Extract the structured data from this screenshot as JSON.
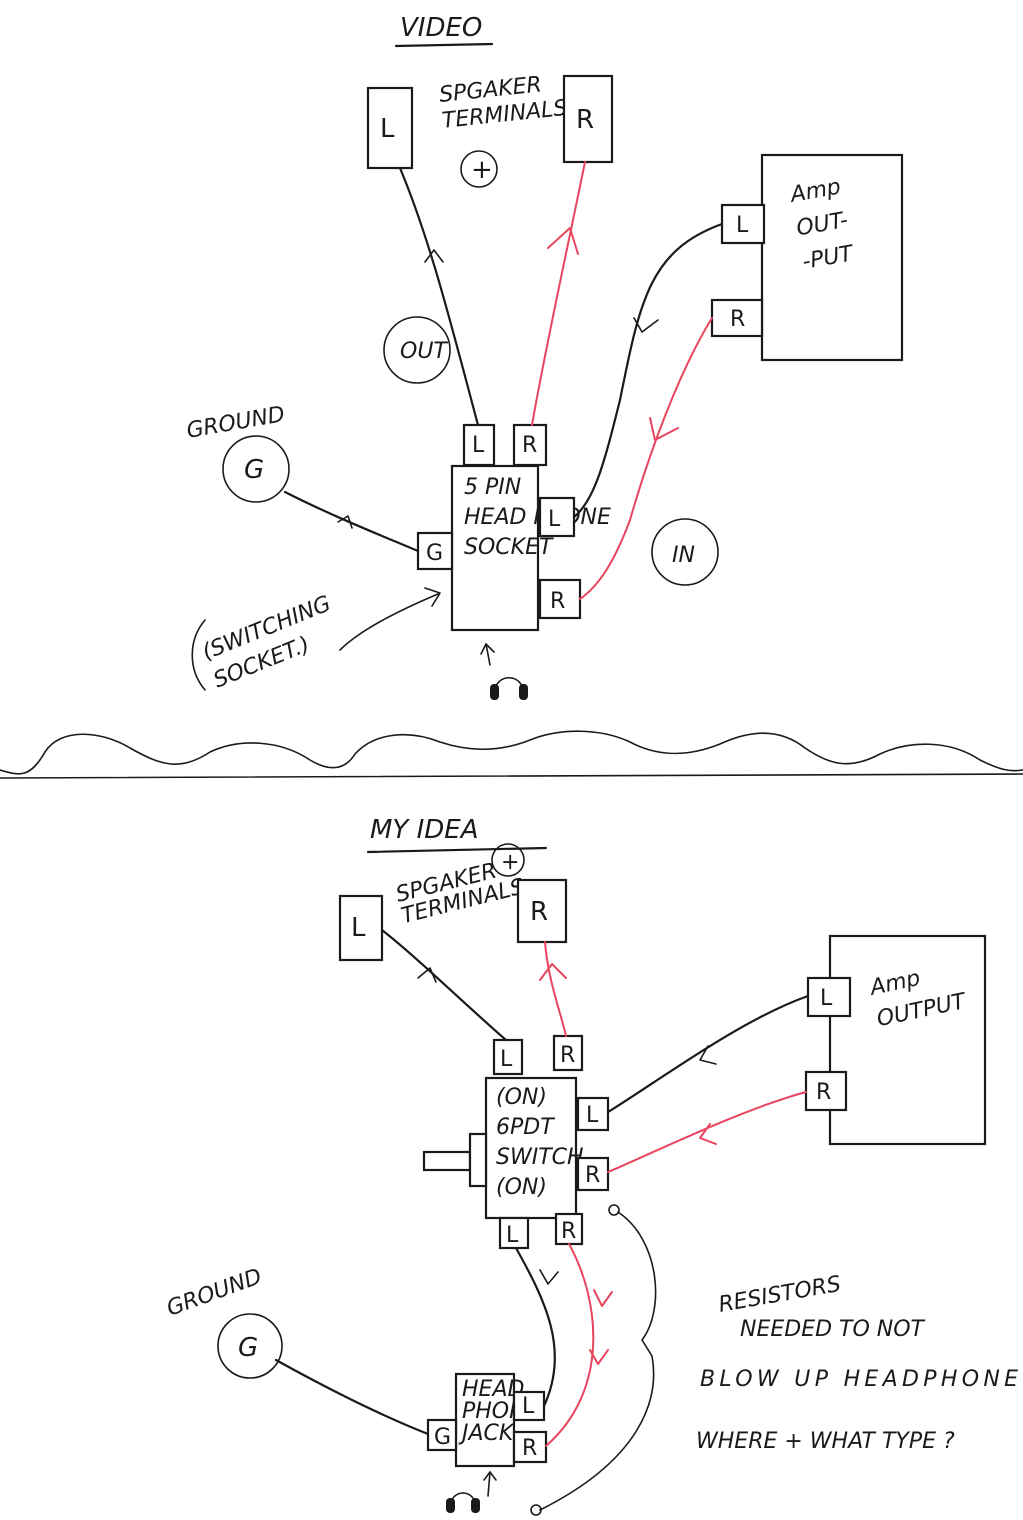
{
  "top": {
    "title": "VIDEO",
    "speaker_label": "SPGAKER TERMINALS",
    "plus": "+",
    "speaker_left": "L",
    "speaker_right": "R",
    "amp_label": "Amp OUT- -PUT",
    "amp_left": "L",
    "amp_right": "R",
    "out_label": "OUT",
    "in_label": "IN",
    "ground_label": "GROUND",
    "ground_symbol": "G",
    "socket_label": "5 PIN HEAD PHONE SOCKET",
    "socket_top_left": "L",
    "socket_top_right": "R",
    "socket_side_left": "L",
    "socket_side_right": "R",
    "socket_ground": "G",
    "switching_label": "(SWITCHING SOCKET.)"
  },
  "bottom": {
    "title": "MY IDEA",
    "speaker_label": "SPGAKER TERMINALS",
    "plus": "+",
    "speaker_left": "L",
    "speaker_right": "R",
    "amp_label": "Amp OUTPUT",
    "amp_left": "L",
    "amp_right": "R",
    "switch_label": "(ON) 6PDT SWITCH (ON)",
    "switch_top_left": "L",
    "switch_top_right": "R",
    "switch_side_left": "L",
    "switch_side_right": "R",
    "switch_bottom_left": "L",
    "switch_bottom_right": "R",
    "ground_label": "GROUND",
    "ground_symbol": "G",
    "jack_label": "HEAD PHONE JACK",
    "jack_left": "L",
    "jack_right": "R",
    "jack_ground": "G",
    "note_line1": "RESISTORS",
    "note_line2": "NEEDED TO NOT",
    "note_line3": "BLOW UP HEADPHONE",
    "note_line4": "WHERE + WHAT TYPE ?"
  }
}
